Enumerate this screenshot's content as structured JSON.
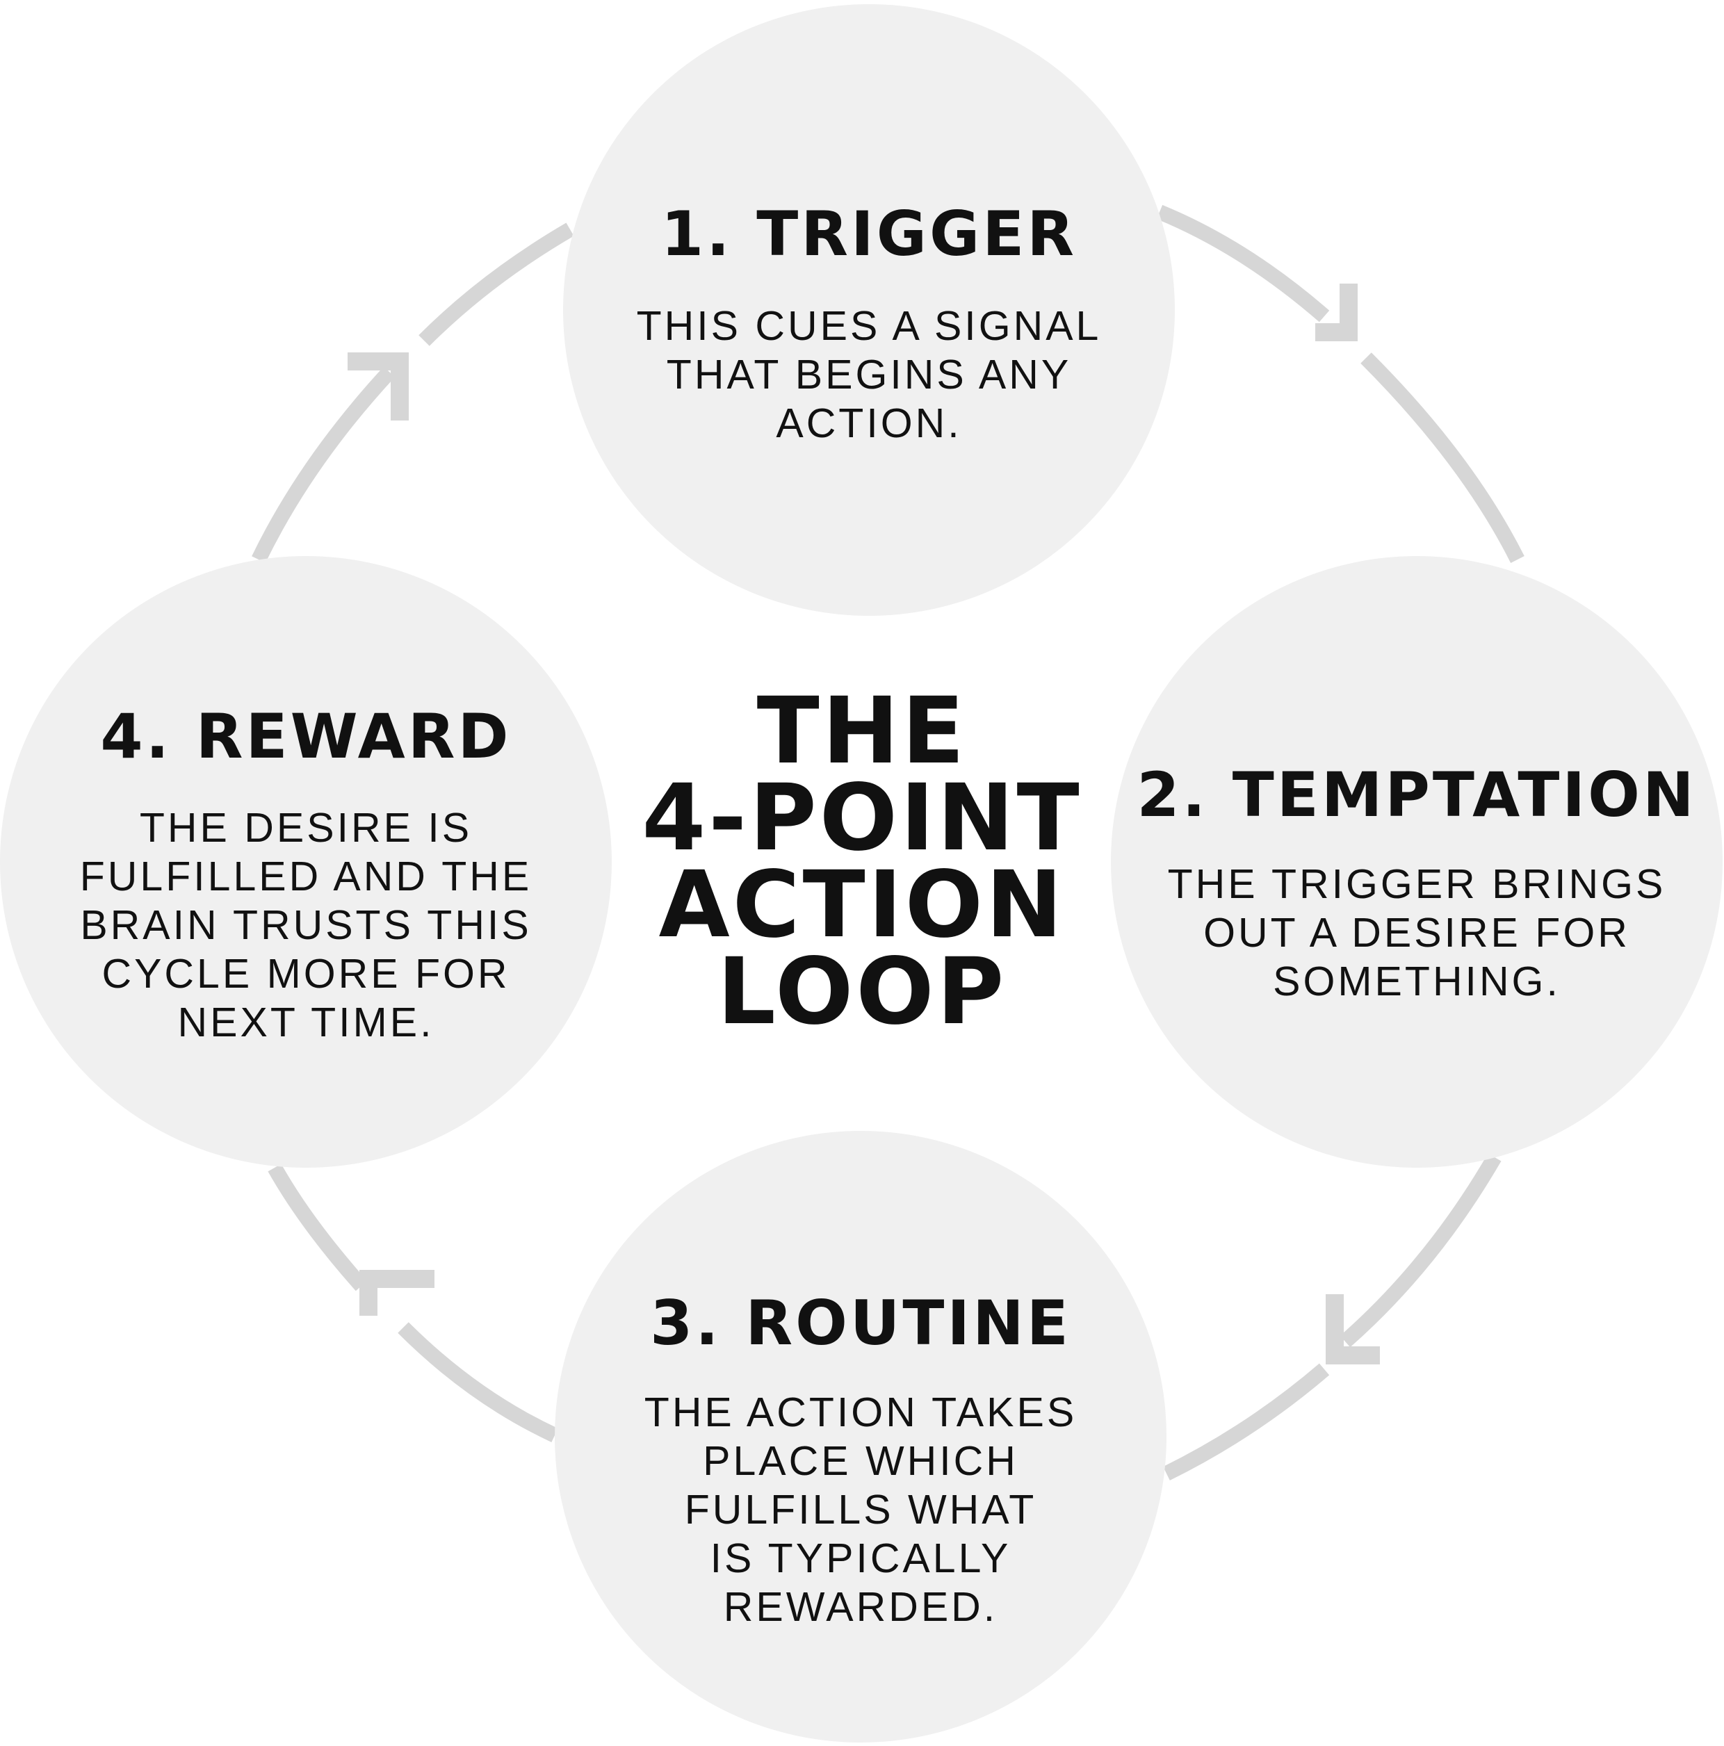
{
  "diagram": {
    "center_title": [
      "THE",
      "4-POINT",
      "ACTION",
      "LOOP"
    ],
    "arrow_color": "#d6d6d6",
    "circle_color": "#f0f0f0",
    "text_color": "#111111",
    "steps": [
      {
        "title": "1. TRIGGER",
        "lines": [
          "THIS CUES A SIGNAL",
          "THAT BEGINS ANY",
          "ACTION."
        ]
      },
      {
        "title": "2. TEMPTATION",
        "lines": [
          "THE TRIGGER BRINGS",
          "OUT A DESIRE FOR",
          "SOMETHING."
        ]
      },
      {
        "title": "3. ROUTINE",
        "lines": [
          "THE ACTION TAKES",
          "PLACE WHICH",
          "FULFILLS WHAT",
          "IS TYPICALLY",
          "REWARDED."
        ]
      },
      {
        "title": "4. REWARD",
        "lines": [
          "THE DESIRE IS",
          "FULFILLED AND THE",
          "BRAIN TRUSTS THIS",
          "CYCLE MORE FOR",
          "NEXT TIME."
        ]
      }
    ]
  }
}
